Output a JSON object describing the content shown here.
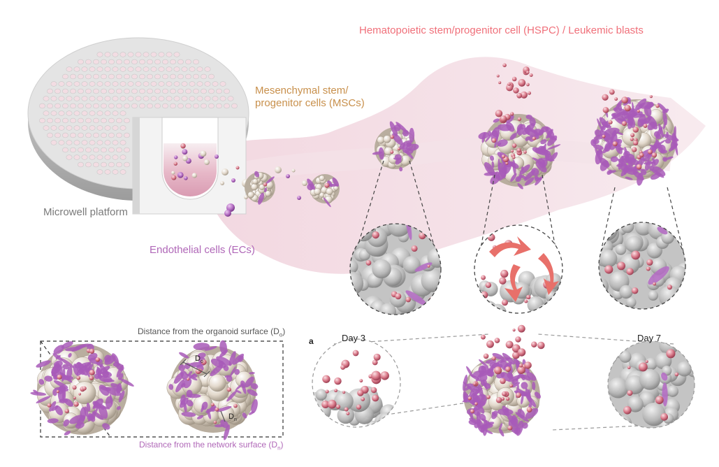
{
  "labels": {
    "hspc": "Hematopoietic stem/progenitor cell (HSPC) / Leukemic blasts",
    "msc_line1": "Mesenchymal stem/",
    "msc_line2": "progenitor cells (MSCs)",
    "microwell": "Microwell platform",
    "ec": "Endothelial cells (ECs)",
    "dist_organoid": "Distance from the organoid surface (D",
    "dist_organoid_sub": "o",
    "dist_network": "Distance from the network surface (D",
    "dist_network_sub": "n",
    "close_paren": ")",
    "panel_a": "a",
    "day3": "Day 3",
    "day7": "Day 7",
    "do_mark": "D",
    "do_sub": "o",
    "dn_mark": "D",
    "dn_sub": "n"
  },
  "colors": {
    "hspc": "#f0707a",
    "msc": "#c8904c",
    "ec": "#b068b8",
    "microwell": "#7a7a7a",
    "text": "#222222",
    "network": "#a85ab8",
    "cell_beige": "#ddd3c6",
    "blast_red": "#d86a7a",
    "surface_gray": "#b8b8b8",
    "arrow_red": "#e8706a",
    "plate": "#e6e6e6",
    "plate_hole": "#f2dde3"
  }
}
